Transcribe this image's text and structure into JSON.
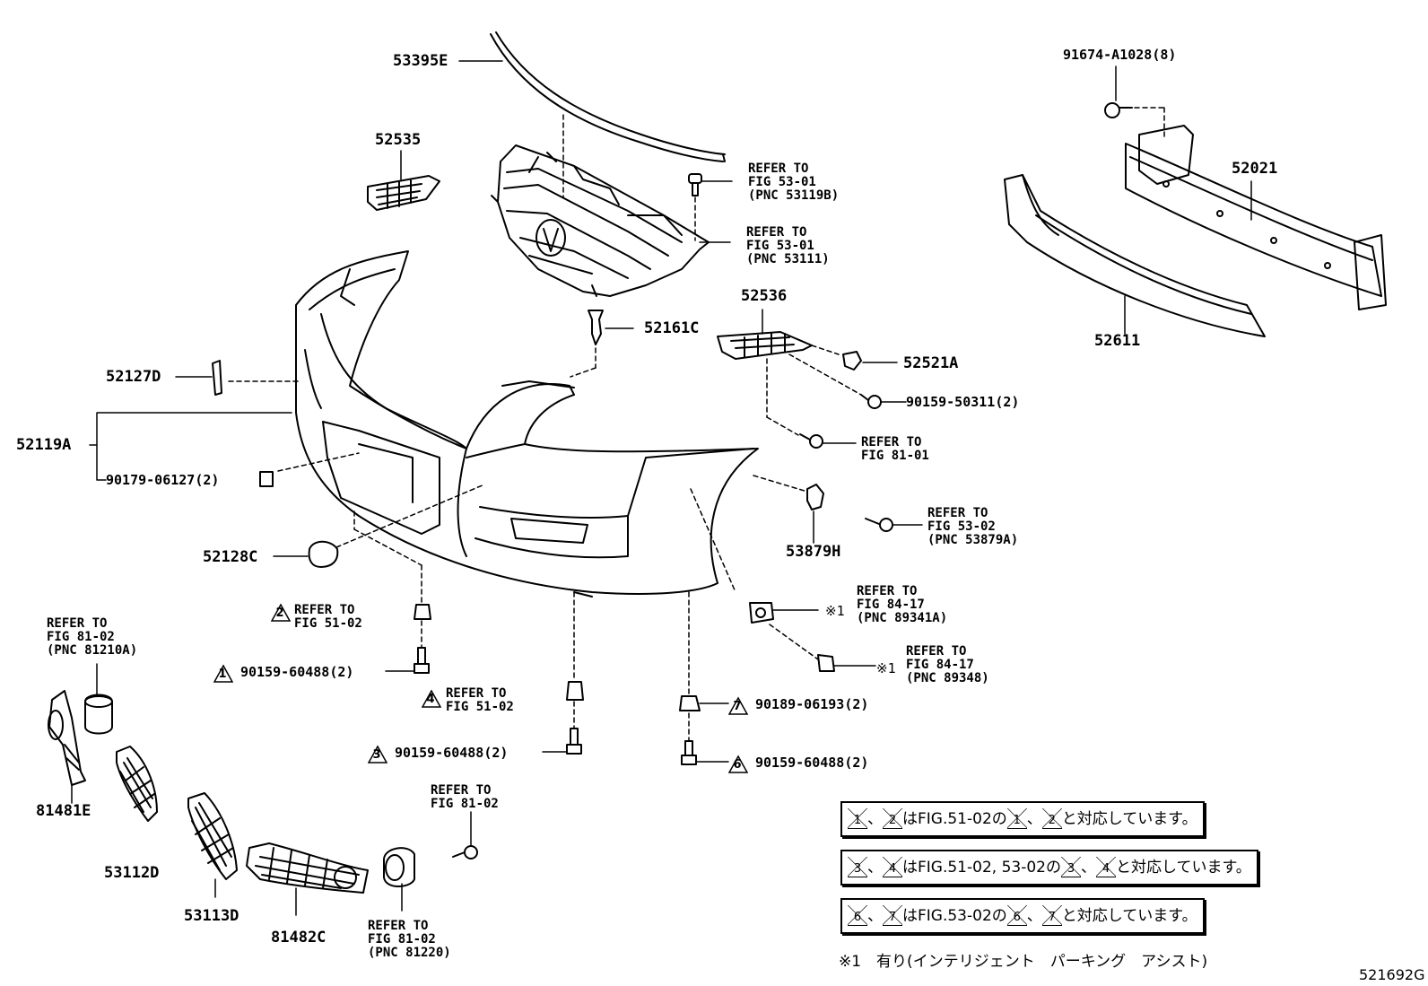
{
  "diagram_code": "521692G",
  "parts": {
    "p53395E": "53395E",
    "p52535": "52535",
    "p52021": "52021",
    "p52611": "52611",
    "p91674": "91674-A1028(8)",
    "p52536": "52536",
    "p52161C": "52161C",
    "p52521A": "52521A",
    "p90159_50311": "90159-50311(2)",
    "p52127D": "52127D",
    "p52119A": "52119A",
    "p90179": "90179-06127(2)",
    "p53879H": "53879H",
    "p52128C": "52128C",
    "p90159_60488_1": "90159-60488(2)",
    "p90189": "90189-06193(2)",
    "p90159_60488_3": "90159-60488(2)",
    "p90159_60488_6": "90159-60488(2)",
    "p81481E": "81481E",
    "p53112D": "53112D",
    "p53113D": "53113D",
    "p81482C": "81482C"
  },
  "refs": {
    "r53119B": "REFER TO\nFIG 53-01\n(PNC 53119B)",
    "r53111": "REFER TO\nFIG 53-01\n(PNC 53111)",
    "r8101": "REFER TO\nFIG 81-01",
    "r53879A": "REFER TO\nFIG 53-02\n(PNC 53879A)",
    "r89341A": "REFER TO\nFIG 84-17\n(PNC 89341A)",
    "r89348": "REFER TO\nFIG 84-17\n(PNC 89348)",
    "r5102a": "REFER TO\nFIG 51-02",
    "r5102b": "REFER TO\nFIG 51-02",
    "r81210A": "REFER TO\nFIG 81-02\n(PNC 81210A)",
    "r8102": "REFER TO\nFIG 81-02",
    "r81220": "REFER TO\nFIG 81-02\n(PNC 81220)"
  },
  "marks": {
    "m1": "1",
    "m2": "2",
    "m3": "3",
    "m4": "4",
    "m6": "6",
    "m7": "7",
    "star1a": "※1",
    "star1b": "※1"
  },
  "notes": {
    "n1": "はFIG.51-02の",
    "n1b": "と対応しています。",
    "n2": "はFIG.51-02, 53-02の",
    "n2b": "と対応しています。",
    "n3": "はFIG.53-02の",
    "n3b": "と対応しています。",
    "sep": "、",
    "footnote": "※1　有り(インテリジェント　パーキング　アシスト)"
  }
}
